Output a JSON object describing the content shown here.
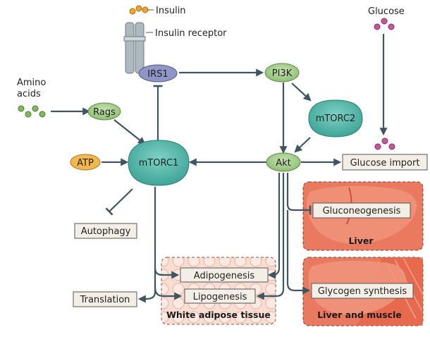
{
  "nodes": {
    "insulin": "Insulin",
    "insulin_receptor": "Insulin receptor",
    "glucose": "Glucose",
    "amino_acids_line1": "Amino",
    "amino_acids_line2": "acids",
    "irs1": "IRS1",
    "pi3k": "PI3K",
    "rags": "Rags",
    "mtorc2": "mTORC2",
    "atp": "ATP",
    "mtorc1": "mTORC1",
    "akt": "Akt",
    "glucose_import": "Glucose import",
    "autophagy": "Autophagy",
    "gluconeogenesis": "Gluconeogenesis",
    "adipogenesis": "Adipogenesis",
    "lipogenesis": "Lipogenesis",
    "translation": "Translation",
    "glycogen_synthesis": "Glycogen synthesis"
  },
  "regions": {
    "liver": "Liver",
    "white_adipose_tissue": "White adipose tissue",
    "liver_and_muscle": "Liver and muscle"
  },
  "colors": {
    "arrow": "#3f5560",
    "teal": "#5fbdb0",
    "green": "#a8cf8f",
    "atp": "#f3b84c",
    "irs1": "#8f95c4",
    "tissue_red": "#e86f55",
    "adipose_pink": "#f6d2c7",
    "insulin_dot": "#f0a62c",
    "glucose_dot": "#c8579a",
    "amino_dot": "#7fba5c",
    "box_fill": "#f4efe6"
  },
  "icons": [
    "insulin-molecule-icon",
    "receptor-icon",
    "glucose-molecule-icon",
    "amino-acid-icon",
    "liver-icon",
    "muscle-icon",
    "adipocyte-icon"
  ]
}
